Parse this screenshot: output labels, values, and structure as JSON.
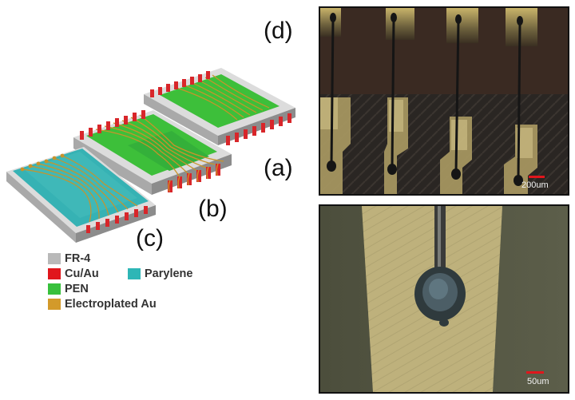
{
  "labels": {
    "a": "(a)",
    "b": "(b)",
    "c": "(c)",
    "d": "(d)"
  },
  "legend": [
    {
      "label": "FR-4",
      "color": "#b9b9b9"
    },
    {
      "label": "Cu/Au",
      "color": "#e0161c"
    },
    {
      "label": "Parylene",
      "color": "#2eb6b6"
    },
    {
      "label": "PEN",
      "color": "#38c03c"
    },
    {
      "label": "Electroplated Au",
      "color": "#d39a2a"
    }
  ],
  "micrographs": {
    "top_scale": "200um",
    "bottom_scale": "50um"
  },
  "colors": {
    "fr4": "#c8c8c8",
    "cu_au": "#d8262a",
    "parylene": "#36b2b4",
    "pen": "#3cbf3a",
    "electroplated_au": "#c99429"
  }
}
